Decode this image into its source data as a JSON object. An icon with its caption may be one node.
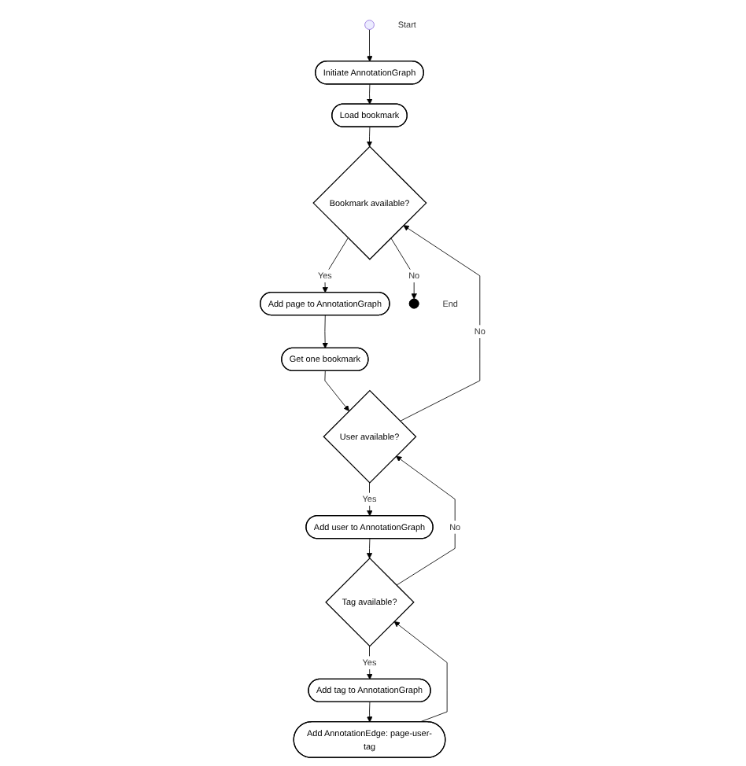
{
  "diagram": {
    "nodes": [
      {
        "text": [],
        "shape": "circle",
        "beside": [
          "Start"
        ]
      },
      {
        "text": [
          "Initiate AnnotationGraph"
        ]
      },
      {
        "text": [
          "Load bookmark"
        ]
      },
      {
        "text": [
          "Bookmark available?"
        ]
      },
      {
        "text": [
          "Add page to AnnotationGraph"
        ]
      },
      {
        "text": [
          "Get one bookmark"
        ]
      },
      {
        "text": [
          "User available?"
        ]
      },
      {
        "text": [
          "Add user to AnnotationGraph"
        ]
      },
      {
        "text": [
          "Tag available?"
        ]
      },
      {
        "text": [
          "Add tag to AnnotationGraph"
        ]
      },
      {
        "text": [
          "Add AnnotationEdge: page-user-tag"
        ]
      },
      {
        "text": [],
        "shape": "circle",
        "beside": [
          "End"
        ]
      }
    ],
    "edges": [
      {
        "from": 0,
        "to": 1,
        "arrow": "to"
      },
      {
        "from": 1,
        "to": 2,
        "arrow": "to"
      },
      {
        "from": 2,
        "to": 3,
        "arrow": "to"
      },
      {
        "from": 3,
        "to": 11,
        "arrow": "to",
        "label": "No"
      },
      {
        "from": 3,
        "to": 4,
        "arrow": "to",
        "label": "Yes"
      },
      {
        "from": 4,
        "to": 5,
        "arrow": "to"
      },
      {
        "from": 5,
        "to": 6,
        "arrow": "to"
      },
      {
        "from": 6,
        "to": 7,
        "arrow": "to",
        "label": "Yes"
      },
      {
        "from": 7,
        "to": 8,
        "arrow": "to"
      },
      {
        "from": 8,
        "to": 9,
        "arrow": "to",
        "label": "Yes"
      },
      {
        "from": 9,
        "to": 10,
        "arrow": "to"
      },
      {
        "from": 10,
        "to": 8,
        "arrow": "to"
      },
      {
        "from": 8,
        "to": 6,
        "arrow": "to",
        "label": "No"
      },
      {
        "from": 6,
        "to": 3,
        "arrow": "to",
        "label": "No"
      }
    ]
  }
}
